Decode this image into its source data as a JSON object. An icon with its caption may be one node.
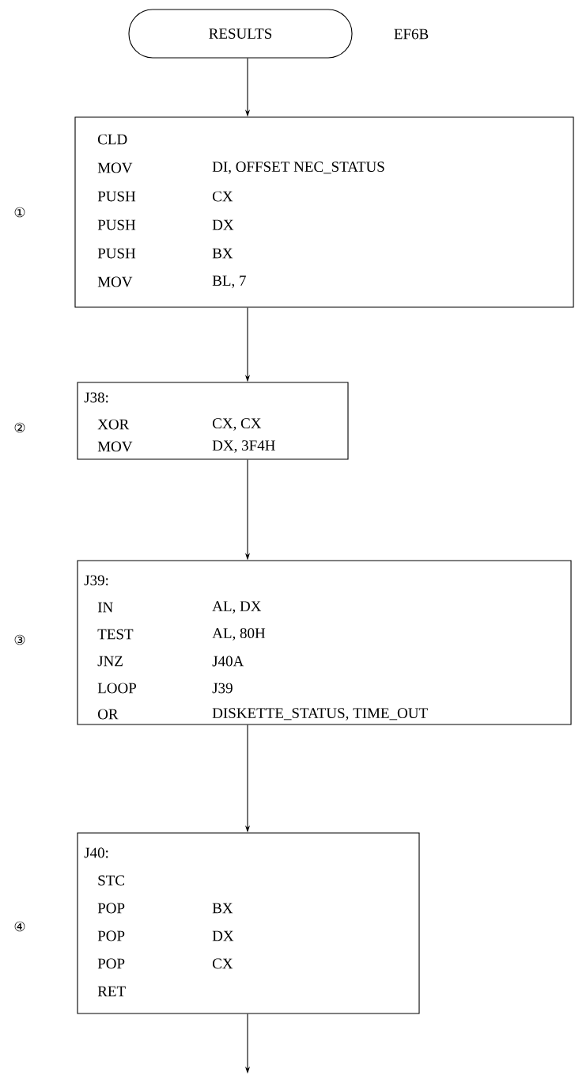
{
  "diagram": {
    "nodes": [
      {
        "text": [
          "RESULTS"
        ],
        "beside": [
          "EF6B"
        ]
      },
      {
        "text": [
          "CLD",
          "MOV",
          "DI, OFFSET NEC_STATUS",
          "PUSH",
          "CX",
          "PUSH",
          "DX",
          "PUSH",
          "BX",
          "MOV",
          "BL, 7"
        ]
      },
      {
        "text": [
          "J38:",
          "XOR",
          "CX, CX",
          "MOV",
          "DX, 3F4H"
        ]
      },
      {
        "text": [
          "J39:",
          "IN",
          "AL, DX",
          "TEST",
          "AL, 80H",
          "JNZ",
          "J40A",
          "LOOP",
          "J39",
          "OR",
          "DISKETTE_STATUS, TIME_OUT"
        ]
      },
      {
        "text": [
          "J40:",
          "STC",
          "POP",
          "BX",
          "POP",
          "DX",
          "POP",
          "CX",
          "RET"
        ]
      }
    ],
    "edges": [
      {
        "from": 0,
        "to": 1,
        "arrow": "to"
      },
      {
        "from": 1,
        "to": 2,
        "arrow": "to"
      },
      {
        "from": 2,
        "to": 3,
        "arrow": "to"
      },
      {
        "from": 3,
        "to": 4,
        "arrow": "to"
      },
      {
        "from": 4,
        "to": null,
        "arrow": "to"
      }
    ],
    "labels": [
      "①",
      "②",
      "③",
      "④"
    ]
  }
}
